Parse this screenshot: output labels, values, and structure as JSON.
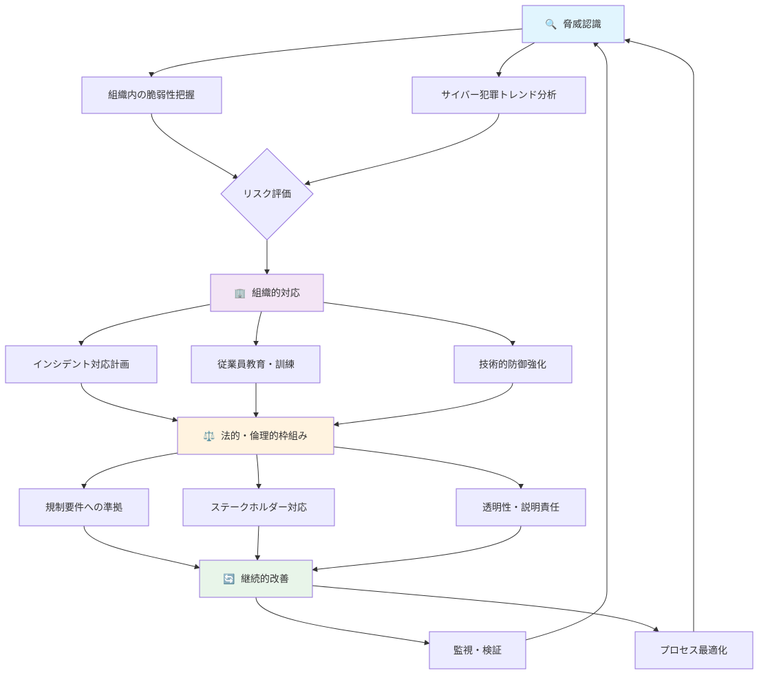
{
  "nodes": {
    "threat": {
      "icon": "🔍",
      "label": "脅威認識"
    },
    "vuln": {
      "label": "組織内の脆弱性把握"
    },
    "trend": {
      "label": "サイバー犯罪トレンド分析"
    },
    "risk": {
      "label": "リスク評価"
    },
    "org": {
      "icon": "🏢",
      "label": "組織的対応"
    },
    "incident": {
      "label": "インシデント対応計画"
    },
    "training": {
      "label": "従業員教育・訓練"
    },
    "tech": {
      "label": "技術的防御強化"
    },
    "legal": {
      "icon": "⚖️",
      "label": "法的・倫理的枠組み"
    },
    "compliance": {
      "label": "規制要件への準拠"
    },
    "stakeholder": {
      "label": "ステークホルダー対応"
    },
    "transparency": {
      "label": "透明性・説明責任"
    },
    "improve": {
      "icon": "🔄",
      "label": "継続的改善"
    },
    "monitor": {
      "label": "監視・検証"
    },
    "optimize": {
      "label": "プロセス最適化"
    }
  },
  "colors": {
    "default_fill": "#ECECFF",
    "threat_fill": "#E1F5FE",
    "org_fill": "#F3E5F5",
    "legal_fill": "#FFF3E0",
    "improve_fill": "#E8F5E9",
    "border": "#9370DB",
    "edge": "#333333",
    "text": "#333333"
  }
}
